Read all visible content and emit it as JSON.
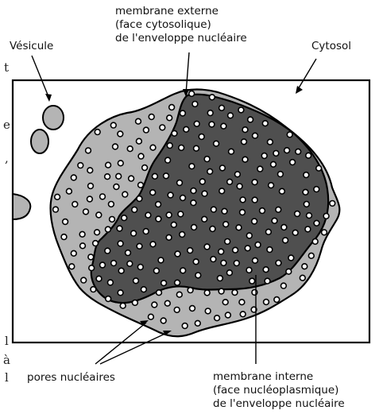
{
  "labels": {
    "vesicule": "Vésicule",
    "membrane_externe": [
      "membrane externe",
      "(face cytosolique)",
      "de l'enveloppe nucléaire"
    ],
    "cytosol": "Cytosol",
    "pores": "pores nucléaires",
    "membrane_interne": [
      "membrane interne",
      "(face nucléoplasmique)",
      "de l'enveloppe nucléaire"
    ]
  },
  "left_margin_fragments": [
    "t",
    "e",
    ",",
    "l",
    "à",
    "l"
  ],
  "colors": {
    "outer_membrane_fill": "#b4b4b4",
    "inner_membrane_fill": "#4f4f4f",
    "pore_fill": "#ffffff",
    "outline": "#000000"
  }
}
